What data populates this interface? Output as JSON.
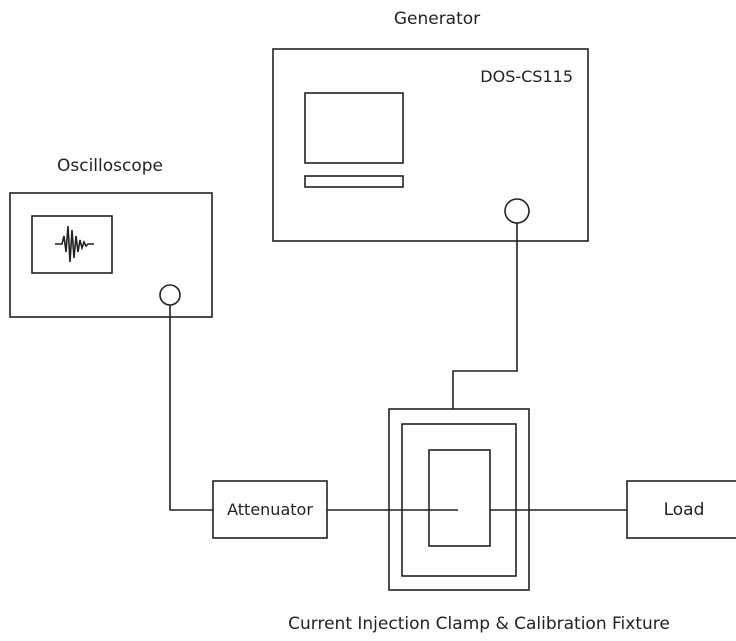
{
  "generator": {
    "title": "Generator",
    "model": "DOS-CS115"
  },
  "oscilloscope": {
    "title": "Oscilloscope"
  },
  "attenuator": {
    "label": "Attenuator"
  },
  "load": {
    "label": "Load"
  },
  "fixture": {
    "caption": "Current Injection Clamp & Calibration Fixture"
  },
  "colors": {
    "stroke": "#222222",
    "background": "#ffffff"
  }
}
